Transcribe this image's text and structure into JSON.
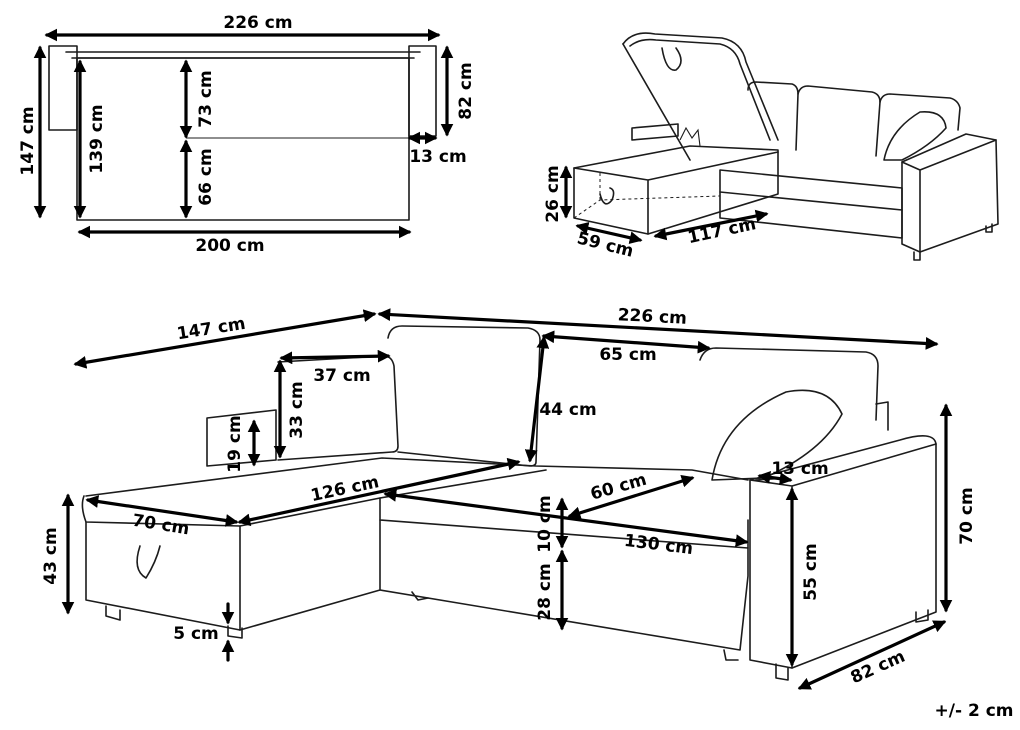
{
  "tolerance": "+/- 2 cm",
  "top_view": {
    "width_total": "226 cm",
    "depth_total": "147 cm",
    "depth_inner": "139 cm",
    "back_section": "73 cm",
    "seat_section": "66 cm",
    "arm_depth": "82 cm",
    "arm_width": "13 cm",
    "seat_width": "200 cm"
  },
  "storage_view": {
    "height": "26 cm",
    "depth": "59 cm",
    "length": "117 cm"
  },
  "main_view": {
    "chaise_length": "147 cm",
    "total_width": "226 cm",
    "cushion_width": "65 cm",
    "arm_cushion_width": "37 cm",
    "arm_cushion_height": "33 cm",
    "back_cushion_height": "44 cm",
    "armrest_height_chaise": "19 cm",
    "seat_length": "126 cm",
    "chaise_width": "70 cm",
    "seat_depth": "60 cm",
    "seat_thickness": "10 cm",
    "sofa_seat_length": "130 cm",
    "seat_height": "28 cm",
    "chaise_height": "43 cm",
    "leg_height": "5 cm",
    "armrest_width": "13 cm",
    "armrest_height": "55 cm",
    "total_height": "70 cm",
    "total_depth": "82 cm"
  }
}
